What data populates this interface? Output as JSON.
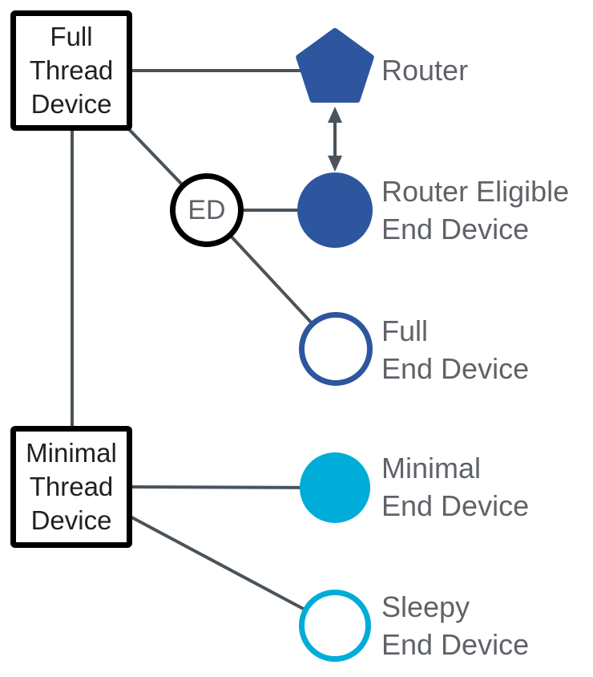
{
  "colors": {
    "primary_blue": "#2d569e",
    "cyan": "#00acd8",
    "connector_gray": "#4a535a",
    "label_gray": "#5f6368",
    "box_border_black": "#000000"
  },
  "boxes": {
    "full_thread_device": {
      "label": "Full\nThread\nDevice"
    },
    "minimal_thread_device": {
      "label": "Minimal\nThread\nDevice"
    }
  },
  "ed_badge": {
    "label": "ED"
  },
  "nodes": {
    "router": {
      "label": "Router",
      "shape": "pentagon",
      "fill": "#2d569e"
    },
    "router_eligible_end_device": {
      "label": "Router Eligible\nEnd Device",
      "shape": "filled-circle",
      "fill": "#2d569e"
    },
    "full_end_device": {
      "label": "Full\nEnd Device",
      "shape": "outlined-circle",
      "stroke": "#2d569e"
    },
    "minimal_end_device": {
      "label": "Minimal\nEnd Device",
      "shape": "filled-circle",
      "fill": "#00acd8"
    },
    "sleepy_end_device": {
      "label": "Sleepy\nEnd Device",
      "shape": "outlined-circle",
      "stroke": "#00acd8"
    }
  },
  "edges": [
    {
      "from": "full-thread-device",
      "to": "router",
      "style": "line"
    },
    {
      "from": "full-thread-device",
      "to": "ed-badge",
      "style": "line"
    },
    {
      "from": "full-thread-device",
      "to": "minimal-thread-device",
      "style": "line"
    },
    {
      "from": "ed-badge",
      "to": "router-eligible-end-device",
      "style": "line"
    },
    {
      "from": "ed-badge",
      "to": "full-end-device",
      "style": "line"
    },
    {
      "from": "minimal-thread-device",
      "to": "minimal-end-device",
      "style": "line"
    },
    {
      "from": "minimal-thread-device",
      "to": "sleepy-end-device",
      "style": "line"
    },
    {
      "from": "router",
      "to": "router-eligible-end-device",
      "style": "double-arrow"
    }
  ]
}
